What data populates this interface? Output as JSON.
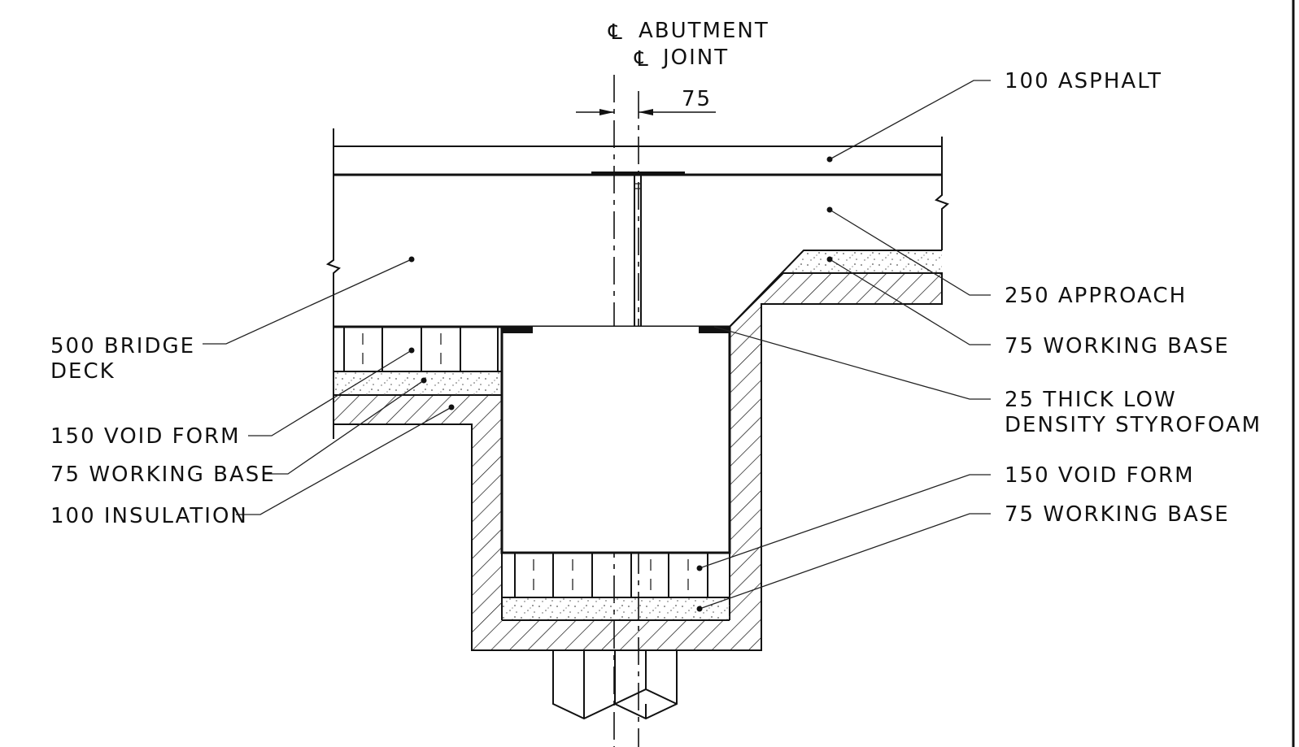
{
  "labels": {
    "cl_abutment": "ABUTMENT",
    "cl_joint": "JOINT",
    "cl_symbol": "℄",
    "dim_75": "75",
    "asphalt": "100 ASPHALT",
    "approach": "250 APPROACH",
    "working_base_right_top": "75 WORKING BASE",
    "styrofoam_line1": "25 THICK LOW",
    "styrofoam_line2": "DENSITY STYROFOAM",
    "void_form_right": "150 VOID FORM",
    "working_base_right_bottom": "75 WORKING BASE",
    "bridge_deck_line1": "500 BRIDGE",
    "bridge_deck_line2": "DECK",
    "void_form_left": "150 VOID FORM",
    "working_base_left": "75 WORKING BASE",
    "insulation": "100 INSULATION"
  },
  "colors": {
    "line": "#111111",
    "background": "#ffffff",
    "stipple": "#555555"
  }
}
